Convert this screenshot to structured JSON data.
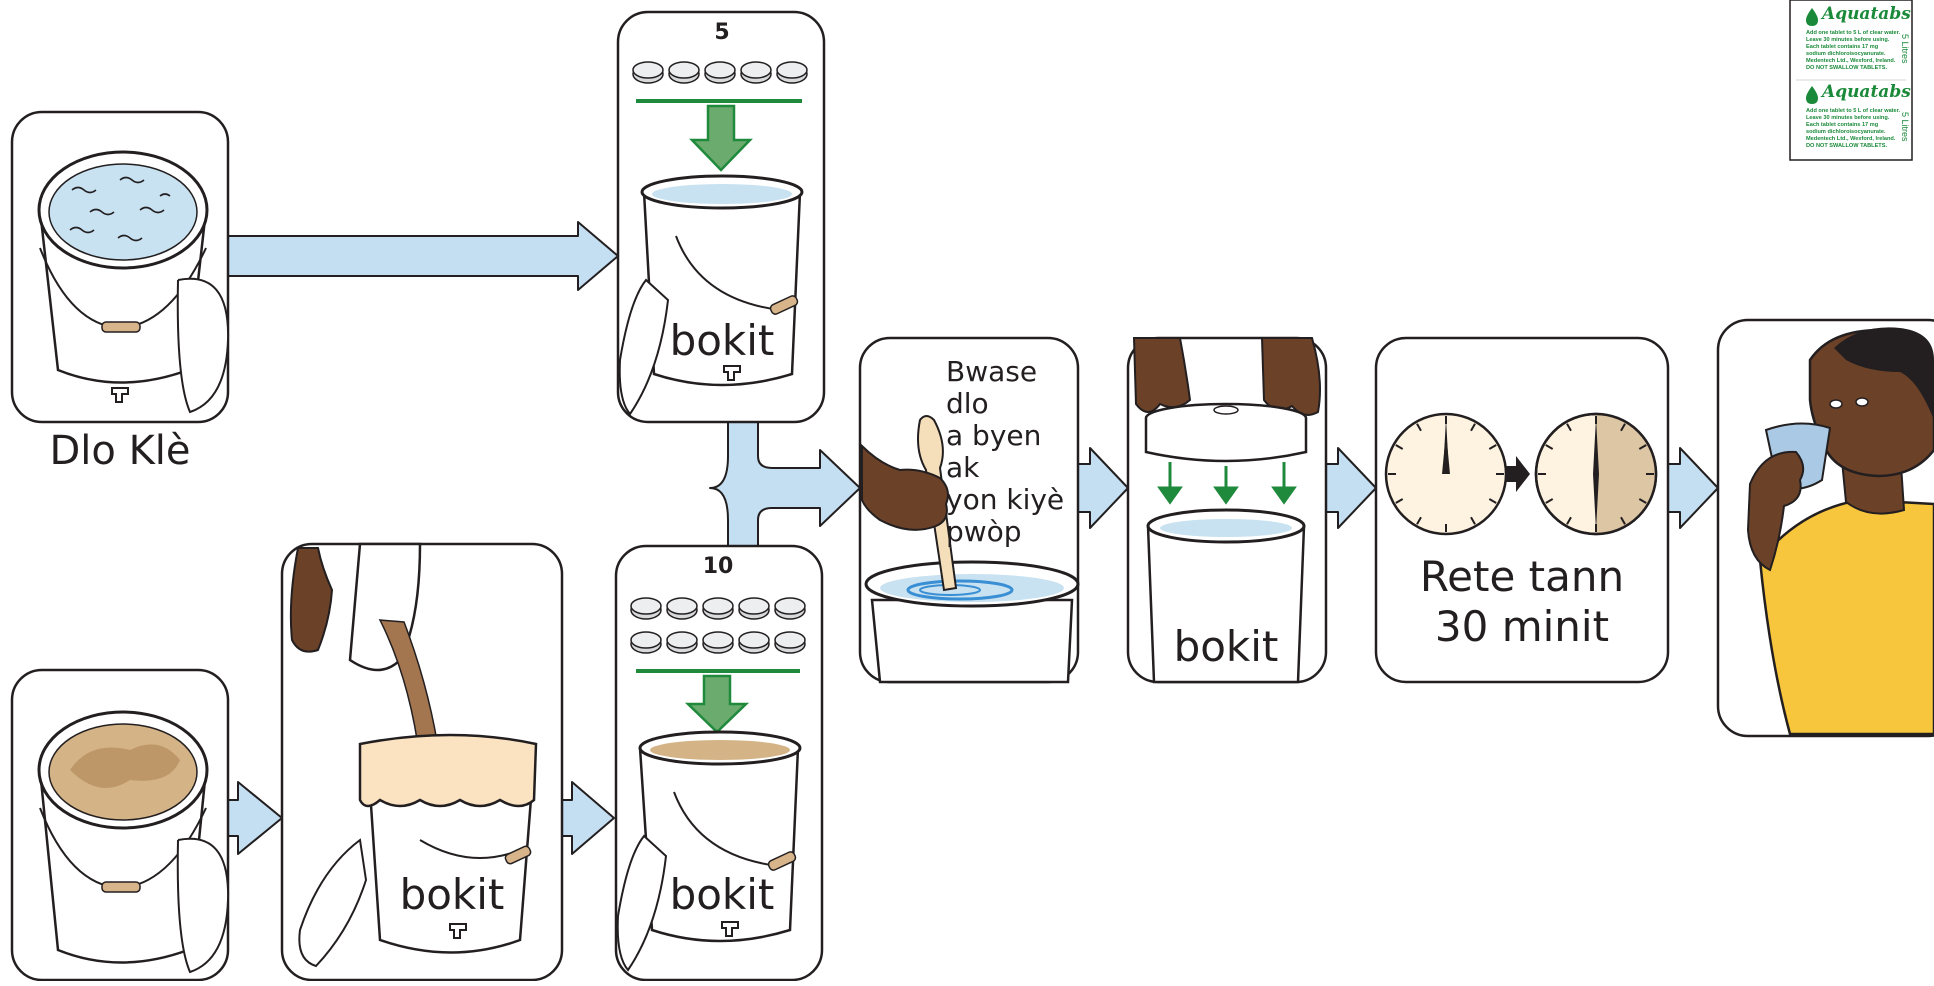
{
  "panels": {
    "clear_water": {
      "caption": "Dlo Klè"
    },
    "clear_bucket": {
      "tablet_count": "5",
      "bucket_label": "bokit"
    },
    "cloudy_filter": {
      "bucket_label": "bokit"
    },
    "cloudy_bucket": {
      "tablet_count": "10",
      "bucket_label": "bokit"
    },
    "stir": {
      "instruction_lines": [
        "Bwase dlo",
        "a byen ak",
        "yon kiyè",
        "pwòp"
      ]
    },
    "cover": {
      "bucket_label": "bokit"
    },
    "wait": {
      "lines": [
        "Rete tann",
        "30 minit"
      ]
    }
  },
  "package": {
    "brand_top": "Aquatabs",
    "brand_bottom": "Aquatabs",
    "fine_print_lines": [
      "Add one tablet to 5 L of clear water.",
      "Leave 30 minutes before using.",
      "Each tablet contains 17 mg",
      "sodium dichloroisocyanurate.",
      "Medentech Ltd., Wexford, Ireland.",
      "DO NOT SWALLOW TABLETS."
    ],
    "volume_label": "5 Litres"
  },
  "colors": {
    "arrow_fill": "#c5dff2",
    "clear_water": "#c8e2f1",
    "dirty_water": "#c9a37a",
    "cloth": "#fbe3c2",
    "green_arrow": "#1f8a3c",
    "tablet": "#d8dadc",
    "skin": "#6b4128",
    "shirt": "#f7c63c"
  }
}
